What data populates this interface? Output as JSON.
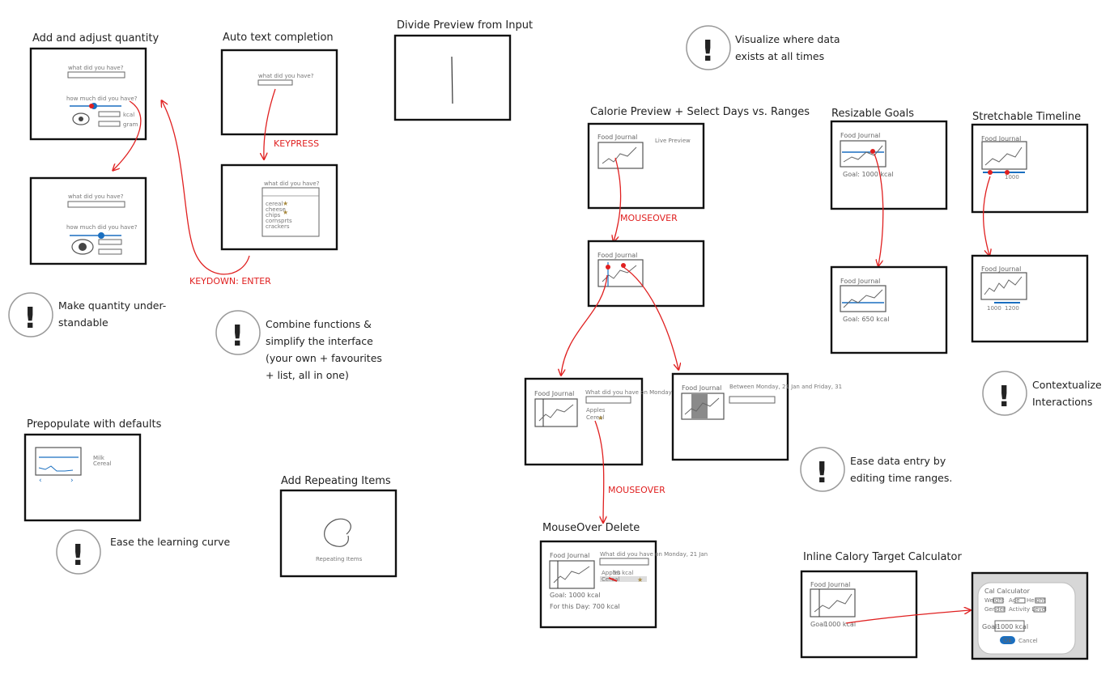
{
  "titles": {
    "add_quantity": "Add and adjust quantity",
    "auto_text": "Auto text completion",
    "divide_preview": "Divide Preview from Input",
    "calorie_preview": "Calorie Preview + Select Days vs. Ranges",
    "resizable_goals": "Resizable Goals",
    "stretchable_timeline": "Stretchable Timeline",
    "prepopulate": "Prepopulate with defaults",
    "repeating": "Add Repeating Items",
    "mouseover_delete": "MouseOver Delete",
    "inline_calc": "Inline Calory Target Calculator"
  },
  "notes": {
    "visualize_1": "Visualize where data",
    "visualize_2": "exists at all times",
    "quantity_1": "Make quantity under-",
    "quantity_2": "standable",
    "combine_1": "Combine functions &",
    "combine_2": "simplify the interface",
    "combine_3": "(your own + favourites",
    "combine_4": "+ list, all in one)",
    "learning": "Ease the learning curve",
    "ease_entry_1": "Ease data entry by",
    "ease_entry_2": "editing time ranges.",
    "contextualize_1": "Contextualize",
    "contextualize_2": "Interactions"
  },
  "events": {
    "keypress": "KEYPRESS",
    "keydown": "KEYDOWN: ENTER",
    "mouseover1": "MOUSEOVER",
    "mouseover2": "MOUSEOVER"
  },
  "sketch": {
    "what_did_you_have": "what did you have?",
    "how_much": "how much did you have?",
    "kcal": "kcal",
    "gram": "gram",
    "food_journal": "Food Journal",
    "live_preview": "Live Preview",
    "goal_1000": "Goal: 1000 kcal",
    "goal_650": "Goal: 650 kcal",
    "for_this_day": "For this Day: 700 kcal",
    "goal_label": "Goal:",
    "goal_value": "1000 kcal",
    "cal_calculator": "Cal Calculator",
    "ok": "Ok",
    "cancel": "Cancel",
    "repeating_items": "Repeating Items",
    "what_on_monday": "What did you have on Monday, 21 Jan",
    "between_ranges": "Between Monday, 21 Jan and Friday, 31",
    "apples": "Apples",
    "cereal": "Cereal",
    "list_item_1": "cereal",
    "list_item_2": "cheese",
    "list_item_3": "chips",
    "list_item_4": "cornsprts",
    "list_item_5": "crackers",
    "milk": "Milk",
    "cereal_default": "Cereal",
    "weight": "Weight",
    "age": "Age",
    "height": "Height",
    "gender": "Gender",
    "activity": "Activity Level",
    "goal_short": "Goal:",
    "fifty_kcal": "50 kcal",
    "val_1000": "1000",
    "val_1200": "1200"
  },
  "colors": {
    "accent_red": "#e02020",
    "accent_blue": "#1a6fc0"
  }
}
